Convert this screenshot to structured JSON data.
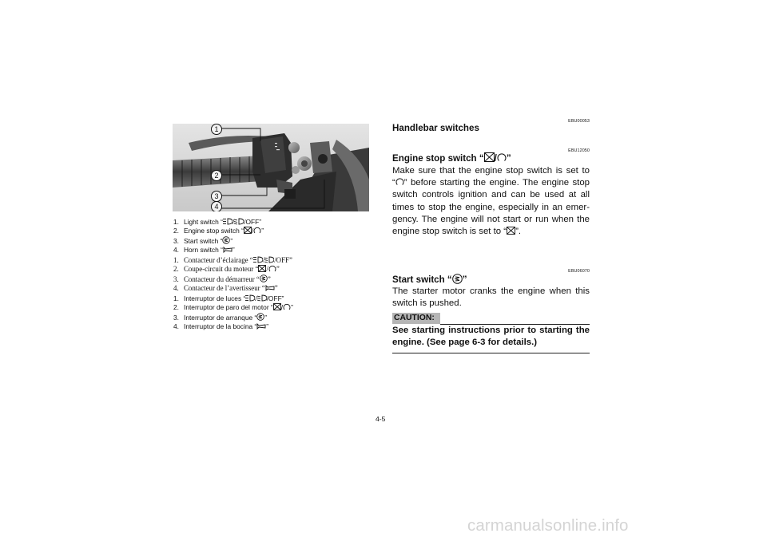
{
  "page": {
    "number": "4-5",
    "watermark": "carmanualsonline.info"
  },
  "figure": {
    "callouts": [
      "1",
      "2",
      "3",
      "4"
    ]
  },
  "captions_en": [
    {
      "num": "1.",
      "pre": "Light switch “",
      "post": "/OFF”",
      "symbols": [
        "headlight-high-icon",
        "headlight-low-icon"
      ]
    },
    {
      "num": "2.",
      "pre": "Engine stop switch “",
      "post": "”",
      "symbols": [
        "engine-stop-off-icon",
        "engine-stop-run-icon"
      ]
    },
    {
      "num": "3.",
      "pre": "Start switch “",
      "post": "”",
      "symbols": [
        "start-icon"
      ]
    },
    {
      "num": "4.",
      "pre": "Horn switch “",
      "post": "”",
      "symbols": [
        "horn-icon"
      ]
    }
  ],
  "captions_fr": [
    {
      "num": "1.",
      "pre": "Contacteur d’éclairage “",
      "post": "/OFF”"
    },
    {
      "num": "2.",
      "pre": "Coupe-circuit du moteur “",
      "post": "”"
    },
    {
      "num": "3.",
      "pre": "Contacteur du démarreur “",
      "post": "”"
    },
    {
      "num": "4.",
      "pre": "Contacteur de l’avertisseur “",
      "post": "”"
    }
  ],
  "captions_es": [
    {
      "num": "1.",
      "pre": "Interruptor de luces “",
      "post": "/OFF”"
    },
    {
      "num": "2.",
      "pre": "Interruptor de paro del motor “",
      "post": "”"
    },
    {
      "num": "3.",
      "pre": "Interruptor de arranque “",
      "post": "”"
    },
    {
      "num": "4.",
      "pre": "Interruptor de la bocina “",
      "post": "”"
    }
  ],
  "section_main": {
    "code": "EBU00053",
    "title": "Handlebar switches"
  },
  "engine_stop": {
    "code": "EBU12050",
    "title_pre": "Engine stop switch “",
    "title_post": "”",
    "lines": [
      "Make sure that the engine stop switch is set to",
      "before starting the engine. The engine stop",
      "switch controls ignition and can be used at all",
      "times to stop the engine, especially in an emer-",
      "gency. The engine will not start or run when the",
      "engine stop switch is set to “"
    ],
    "line2_pre": "“",
    "line2_mid": "”",
    "last_post": "”."
  },
  "start_switch": {
    "code": "EBU06070",
    "title_pre": "Start switch “",
    "title_post": "”",
    "lines": [
      "The starter motor cranks the engine when this",
      "switch is pushed."
    ]
  },
  "caution": {
    "label": "CAUTION:",
    "lines": [
      "See starting instructions prior to starting the",
      "engine. (See page 6-3 for details.)"
    ]
  }
}
